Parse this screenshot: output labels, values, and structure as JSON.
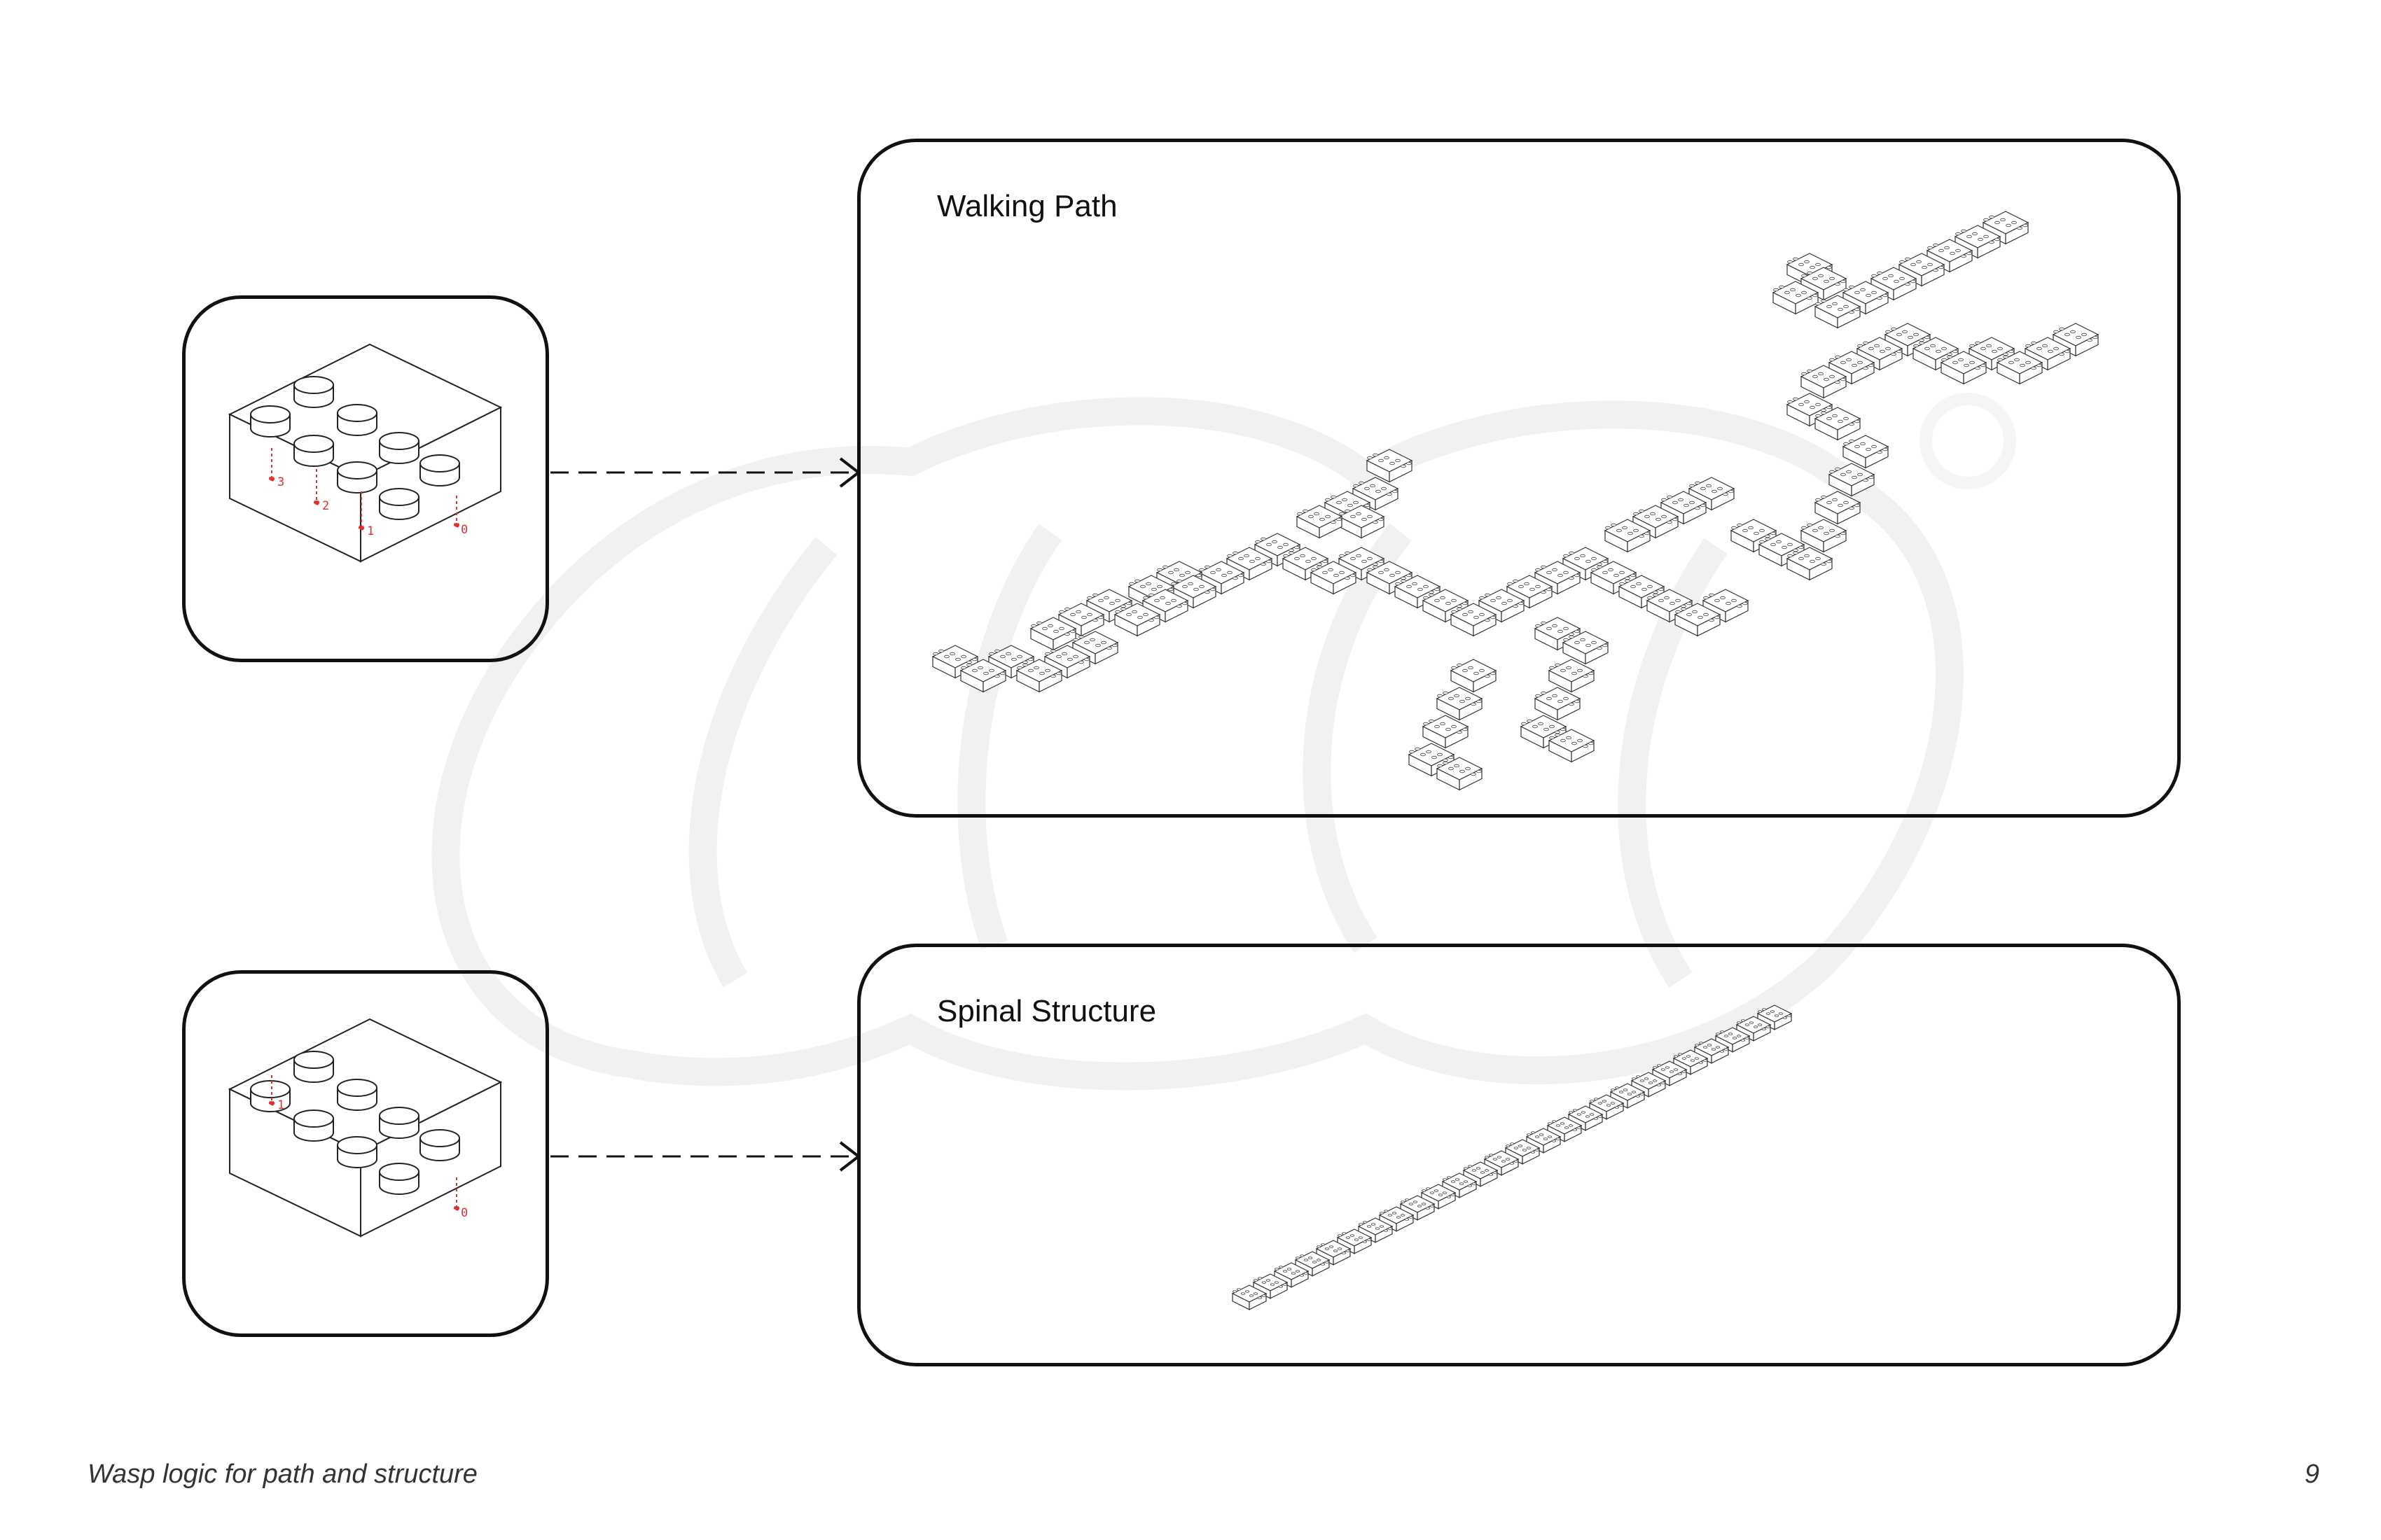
{
  "panels": {
    "walking_path": {
      "title": "Walking Path"
    },
    "spinal_structure": {
      "title": "Spinal Structure"
    }
  },
  "bricks": {
    "path_brick": {
      "connections": [
        "3",
        "2",
        "1",
        "0"
      ]
    },
    "spine_brick": {
      "connections": [
        "1",
        "0"
      ]
    }
  },
  "footer": {
    "caption": "Wasp logic for path and structure",
    "page_number": "9"
  },
  "colors": {
    "line": "#111111",
    "connection": "#e03030",
    "watermark": "#f2f2f2"
  }
}
